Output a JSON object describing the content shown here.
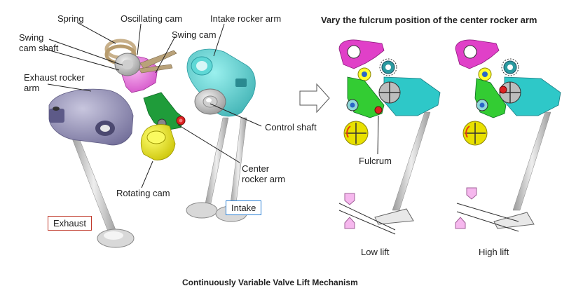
{
  "left_labels": {
    "spring": "Spring",
    "oscillating_cam": "Oscillating cam",
    "swing_cam_shaft": "Swing cam shaft",
    "swing_cam": "Swing cam",
    "intake_rocker_arm": "Intake rocker arm",
    "exhaust_rocker_arm": "Exhaust rocker arm",
    "control_shaft": "Control shaft",
    "center_rocker_arm": "Center rocker arm",
    "rotating_cam": "Rotating cam",
    "exhaust": "Exhaust",
    "intake": "Intake"
  },
  "right_panel": {
    "heading": "Vary the fulcrum position of the center rocker arm",
    "fulcrum": "Fulcrum",
    "low_lift": "Low lift",
    "high_lift": "High lift"
  },
  "caption": "Continuously Variable Valve Lift Mechanism",
  "colors": {
    "exhaust_box": "#c0392b",
    "intake_box": "#2a7fd4",
    "magenta": "#e040c8",
    "cyan": "#2ec8c8",
    "green": "#33cc33",
    "yellow": "#e8e000",
    "grey_arm": "#8a86b0"
  }
}
